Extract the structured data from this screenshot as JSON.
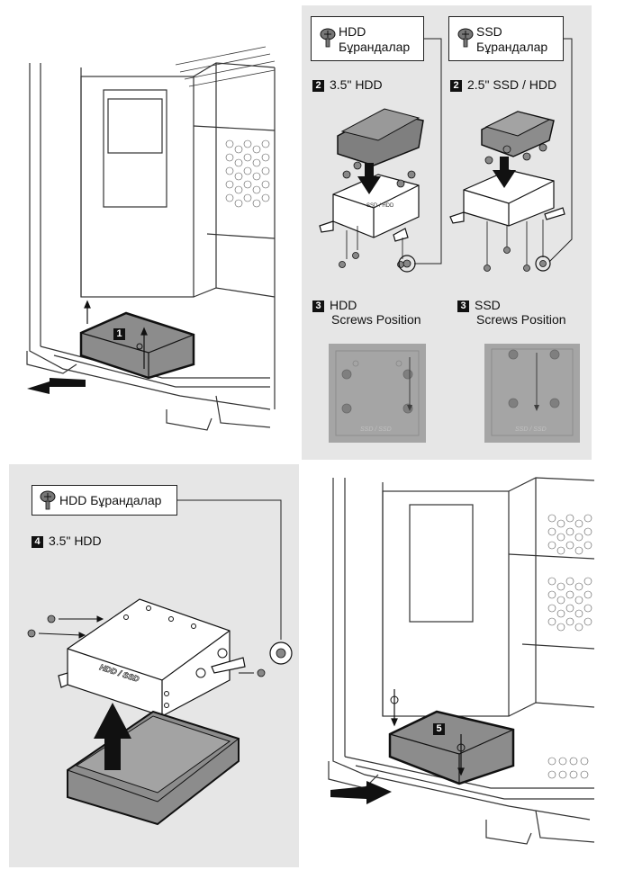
{
  "top_right": {
    "legend_hdd": {
      "line1": "HDD",
      "line2": "Бұрандалар"
    },
    "legend_ssd": {
      "line1": "SSD",
      "line2": "Бұрандалар"
    },
    "step2_hdd": {
      "num": "2",
      "text": "3.5\" HDD"
    },
    "step2_ssd": {
      "num": "2",
      "text": "2.5\" SSD / HDD"
    },
    "step3_hdd": {
      "num": "3",
      "line1": "HDD",
      "line2": "Screws Position"
    },
    "step3_ssd": {
      "num": "3",
      "line1": "SSD",
      "line2": "Screws Position"
    },
    "plate_marking": "SSD / SSD",
    "bracket_marking": "SSD / HDD"
  },
  "top_left": {
    "step1": {
      "num": "1"
    }
  },
  "bottom_left": {
    "legend": {
      "text": "HDD Бұрандалар"
    },
    "step4": {
      "num": "4",
      "text": "3.5\" HDD"
    },
    "bracket_marking": "HDD / SSD"
  },
  "bottom_right": {
    "step5": {
      "num": "5"
    }
  },
  "colors": {
    "panel_gray": "#e6e6e6",
    "drive_gray": "#8c8c8c",
    "plate_gray": "#9a9a9a",
    "ink": "#111111"
  }
}
